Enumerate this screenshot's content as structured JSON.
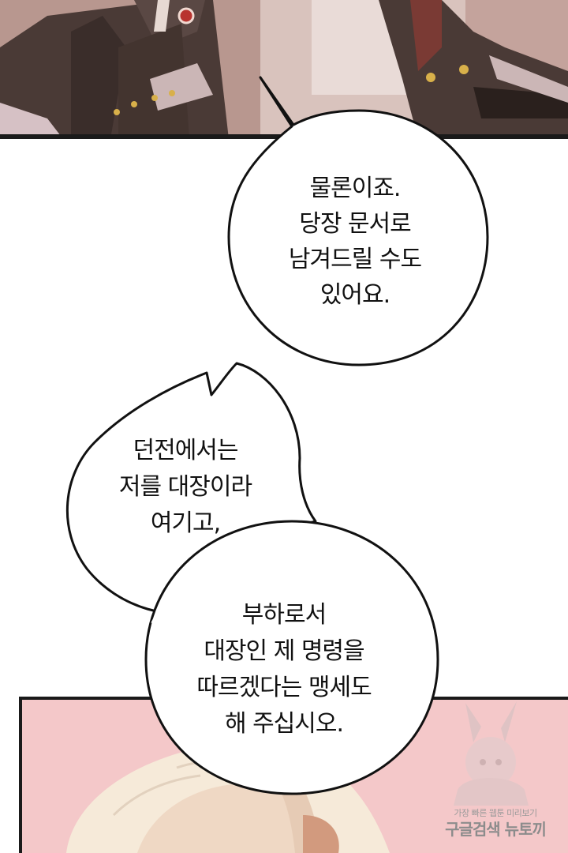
{
  "panels": {
    "top": {
      "description_colors": {
        "wall": "#c9a9a4",
        "uniform": "#4a3a36",
        "skin": "#8b3a3a",
        "button": "#d8b04a",
        "border": "#1a1a1a"
      }
    },
    "bottom": {
      "colors": {
        "background": "#f4c8c9",
        "hair": "#f6ead9",
        "border": "#1a1a1a"
      }
    }
  },
  "bubbles": [
    {
      "lines": [
        "물론이죠.",
        "당장 문서로",
        "남겨드릴 수도",
        "있어요."
      ]
    },
    {
      "lines": [
        "던전에서는",
        "저를 대장이라",
        "여기고,"
      ]
    },
    {
      "lines": [
        "부하로서",
        "대장인 제 명령을",
        "따르겠다는 맹세도",
        "해 주십시오."
      ]
    }
  ],
  "watermark": {
    "line1": "가장 빠른 웹툰 미리보기",
    "line2": "구글검색 뉴토끼"
  }
}
